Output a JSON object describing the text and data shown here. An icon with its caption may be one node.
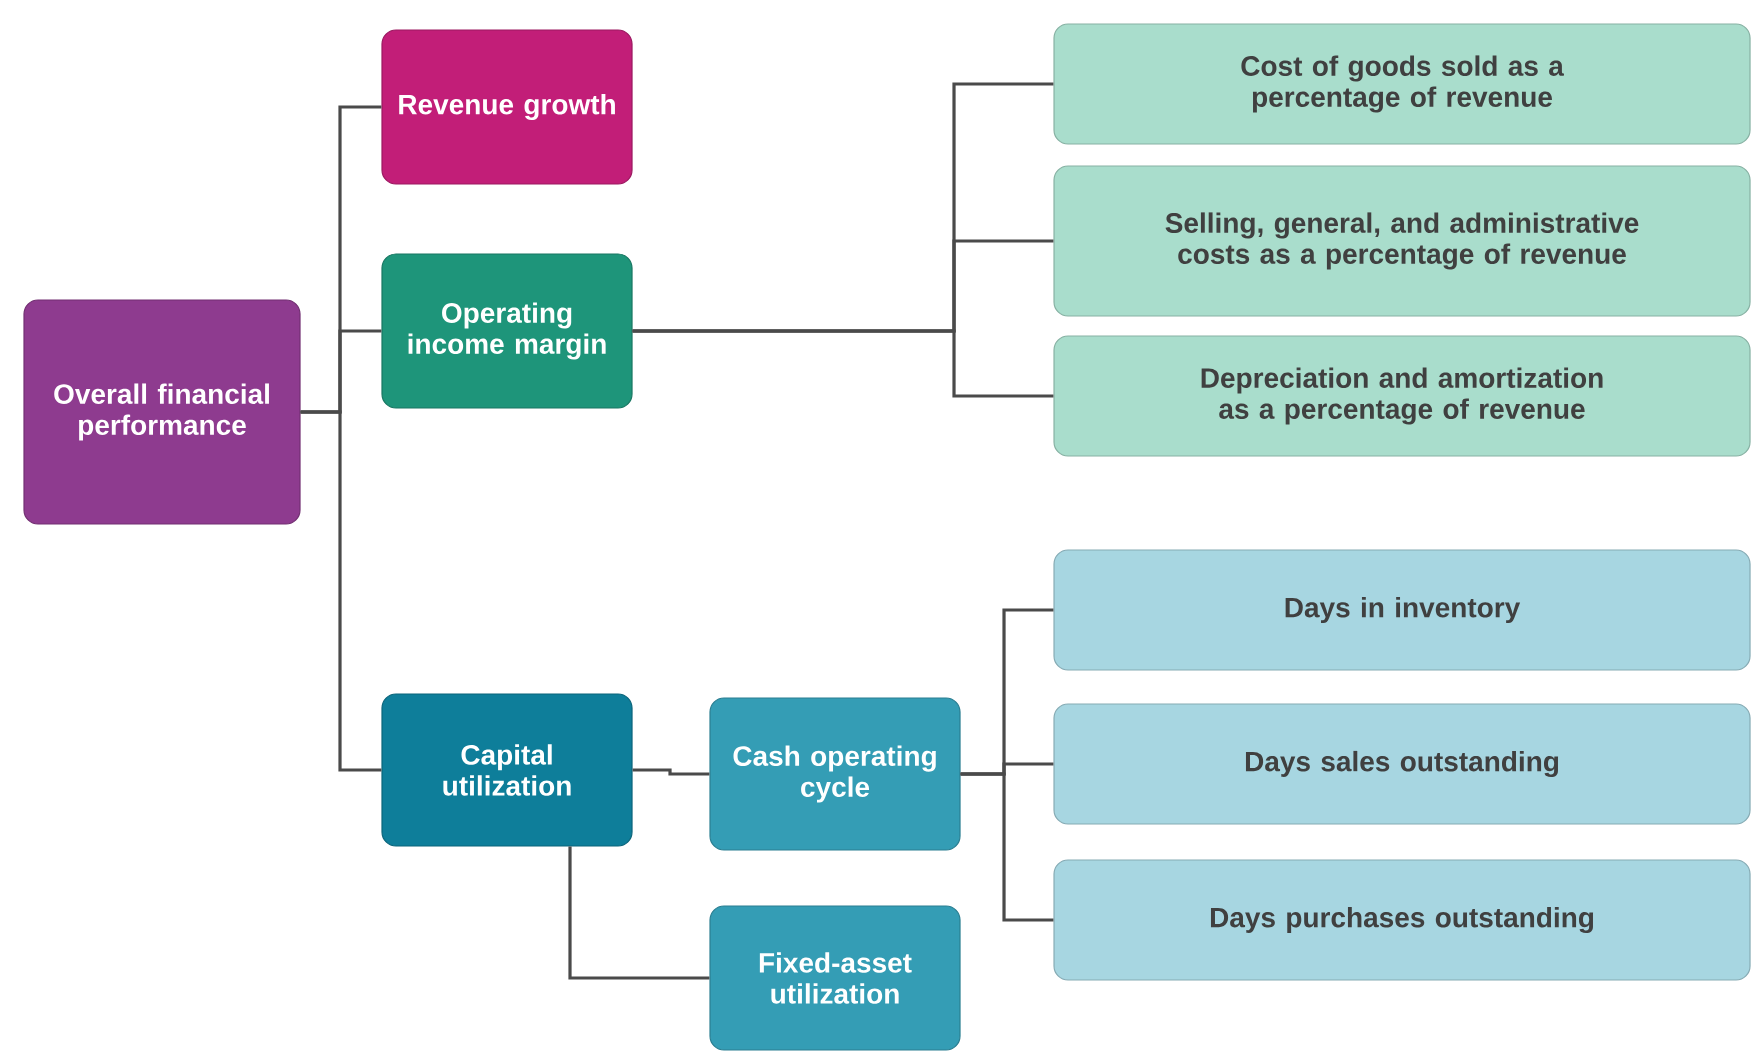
{
  "diagram": {
    "nodes": [
      {
        "text": [
          "Overall financial performance"
        ]
      },
      {
        "text": [
          "Revenue growth"
        ]
      },
      {
        "text": [
          "Operating income margin"
        ]
      },
      {
        "text": [
          "Capital utilization"
        ]
      },
      {
        "text": [
          "Cash operating cycle"
        ]
      },
      {
        "text": [
          "Fixed-asset utilization"
        ]
      },
      {
        "text": [
          "Cost of goods sold as a percentage of revenue"
        ]
      },
      {
        "text": [
          "Selling, general, and administrative costs as a percentage of revenue"
        ]
      },
      {
        "text": [
          "Depreciation and amortization as a percentage of revenue"
        ]
      },
      {
        "text": [
          "Days in inventory"
        ]
      },
      {
        "text": [
          "Days sales outstanding"
        ]
      },
      {
        "text": [
          "Days purchases outstanding"
        ]
      }
    ],
    "edges": [
      {
        "from": 0,
        "to": 1,
        "arrow": "none"
      },
      {
        "from": 0,
        "to": 2,
        "arrow": "none"
      },
      {
        "from": 0,
        "to": 3,
        "arrow": "none"
      },
      {
        "from": 2,
        "to": 6,
        "arrow": "none"
      },
      {
        "from": 2,
        "to": 7,
        "arrow": "none"
      },
      {
        "from": 2,
        "to": 8,
        "arrow": "none"
      },
      {
        "from": 3,
        "to": 4,
        "arrow": "none"
      },
      {
        "from": 3,
        "to": 5,
        "arrow": "none"
      },
      {
        "from": 4,
        "to": 9,
        "arrow": "none"
      },
      {
        "from": 4,
        "to": 10,
        "arrow": "none"
      },
      {
        "from": 4,
        "to": 11,
        "arrow": "none"
      }
    ]
  }
}
